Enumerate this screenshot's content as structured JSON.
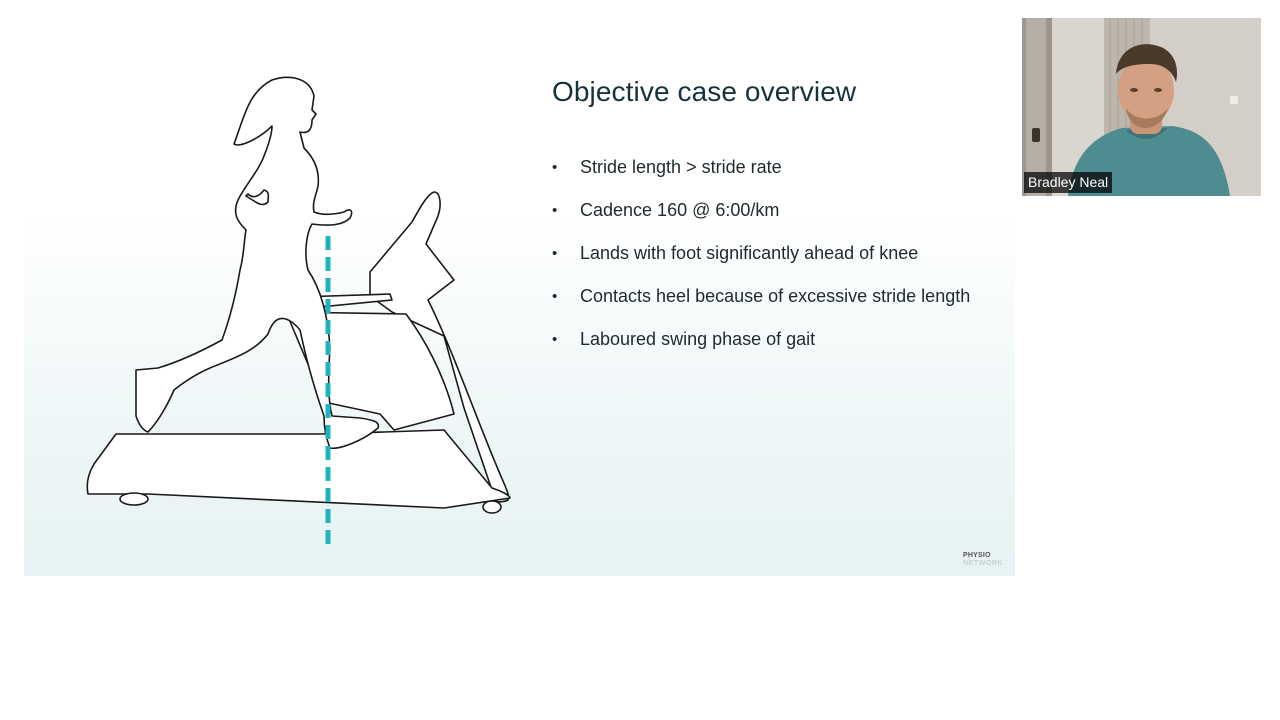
{
  "slide": {
    "title": "Objective case overview",
    "bullets": [
      "Stride length > stride rate",
      "Cadence 160 @ 6:00/km",
      "Lands with foot significantly ahead of knee",
      "Contacts heel because of excessive stride length",
      "Laboured swing phase of gait"
    ],
    "logo_top": "PHYSIO",
    "logo_bottom": "NETWORK"
  },
  "participant": {
    "name": "Bradley Neal"
  },
  "colors": {
    "accent_dash": "#1fb3c2",
    "outline": "#1a1a1a",
    "title": "#16323a"
  },
  "icons": {
    "illustration": "runner-on-treadmill-icon",
    "bullet": "bullet-dot"
  }
}
